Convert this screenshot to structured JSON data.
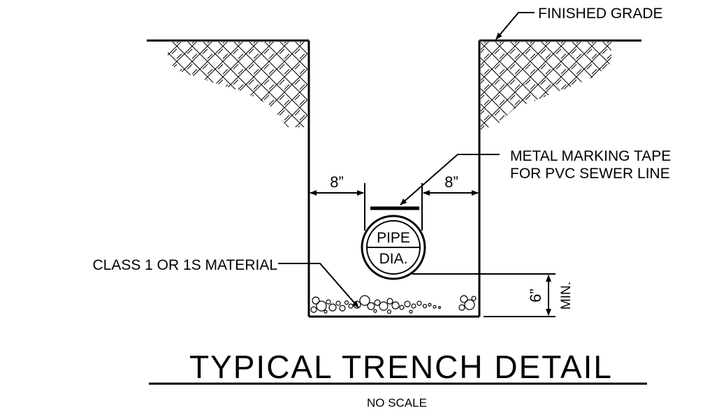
{
  "labels": {
    "finished_grade": "FINISHED GRADE",
    "tape_line1": "METAL MARKING TAPE",
    "tape_line2": "FOR PVC SEWER LINE",
    "class_material": "CLASS 1 OR 1S MATERIAL",
    "left_clearance": "8”",
    "right_clearance": "8”",
    "pipe_top": "PIPE",
    "pipe_bottom": "DIA.",
    "bedding_depth": "6”",
    "bedding_min": "MIN."
  },
  "title": {
    "main": "TYPICAL TRENCH DETAIL",
    "scale": "NO SCALE"
  },
  "colors": {
    "ink": "#000000",
    "background": "#ffffff"
  }
}
